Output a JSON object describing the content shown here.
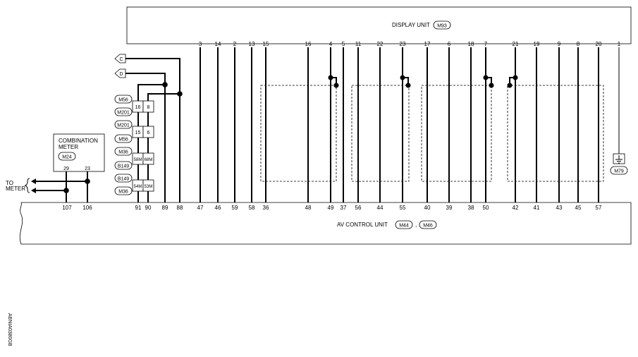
{
  "display_unit": {
    "label": "DISPLAY UNIT",
    "connector": "M93"
  },
  "av_unit": {
    "label": "AV CONTROL UNIT",
    "connector1": "M44",
    "separator": ",",
    "connector2": "M46"
  },
  "combination_meter": {
    "line1": "COMBINATION",
    "line2": "METER",
    "connector": "M24",
    "pin_a": "29",
    "pin_b": "23"
  },
  "to_meter": {
    "line1": "TO",
    "line2": "METER"
  },
  "ground_connector": "M79",
  "wires": [
    {
      "top": "3",
      "bottom": "47"
    },
    {
      "top": "14",
      "bottom": "46"
    },
    {
      "top": "2",
      "bottom": "59"
    },
    {
      "top": "13",
      "bottom": "58"
    },
    {
      "top": "15",
      "bottom": "36"
    },
    {
      "top": "16",
      "bottom": "48"
    },
    {
      "top": "4",
      "bottom": "49"
    },
    {
      "top": "5",
      "bottom": "37"
    },
    {
      "top": "11",
      "bottom": "56"
    },
    {
      "top": "22",
      "bottom": "44"
    },
    {
      "top": "23",
      "bottom": "55"
    },
    {
      "top": "17",
      "bottom": "40"
    },
    {
      "top": "6",
      "bottom": "39"
    },
    {
      "top": "18",
      "bottom": "38"
    },
    {
      "top": "7",
      "bottom": "50"
    },
    {
      "top": "21",
      "bottom": "42"
    },
    {
      "top": "19",
      "bottom": "41"
    },
    {
      "top": "9",
      "bottom": "43"
    },
    {
      "top": "8",
      "bottom": "45"
    },
    {
      "top": "20",
      "bottom": "57"
    },
    {
      "top": "1",
      "bottom": ""
    }
  ],
  "left_bottom_pins": [
    "107",
    "106",
    "91",
    "90",
    "89",
    "88"
  ],
  "connectors_left": [
    "M56",
    "M201",
    "M201",
    "M56",
    "M36",
    "B149",
    "B149",
    "M36"
  ],
  "junction_pins": {
    "row1": [
      "16",
      "8"
    ],
    "row2": [
      "15",
      "6"
    ],
    "row3": [
      "58M",
      "68M"
    ],
    "row4": [
      "54M",
      "53M"
    ]
  },
  "off_page": [
    "C",
    "D"
  ],
  "figure_code": "ABNIA0380GB"
}
